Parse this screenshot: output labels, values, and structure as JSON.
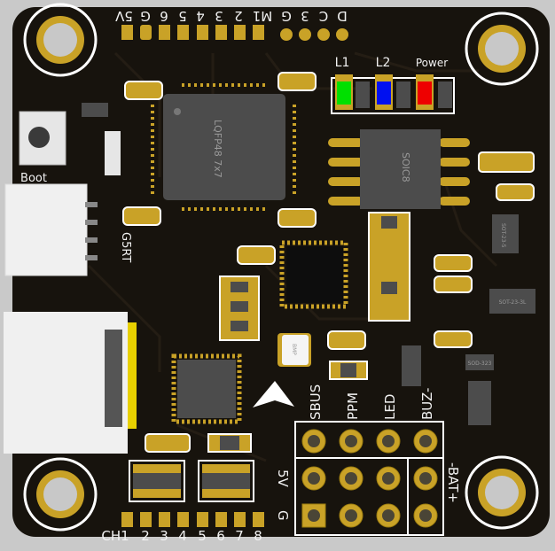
{
  "board": {
    "top_header_labels": [
      "5V",
      "G",
      "6",
      "5",
      "4",
      "3",
      "2",
      "M1",
      "G",
      "3",
      "C",
      "D"
    ],
    "leds": [
      {
        "label": "L1",
        "color": "#00e000"
      },
      {
        "label": "L2",
        "color": "#0010f0"
      },
      {
        "label": "Power",
        "color": "#ee0000"
      }
    ],
    "boot_label": "Boot",
    "g5rt_label": "G5RT",
    "mcu_label": "LQFP48  7x7",
    "flash_label": "SOIC8",
    "sot1_label": "SOT-23-5",
    "sot2_label": "SOT-23-3L",
    "sod_label": "SOD-323",
    "baro_label": "BMP",
    "signal_labels": [
      "SBUS",
      "PPM",
      "LED",
      "BUZ-"
    ],
    "row_labels": [
      "5V",
      "G"
    ],
    "bat_label": "-BAT+",
    "ch_labels": [
      "CH1",
      "2",
      "3",
      "4",
      "5",
      "6",
      "7",
      "8"
    ],
    "colors": {
      "pcb": "#17130d",
      "pad": "#c9a227",
      "silk": "#f2f2f2",
      "chip": "#4c4c4c",
      "background": "#c9c9c9"
    }
  }
}
